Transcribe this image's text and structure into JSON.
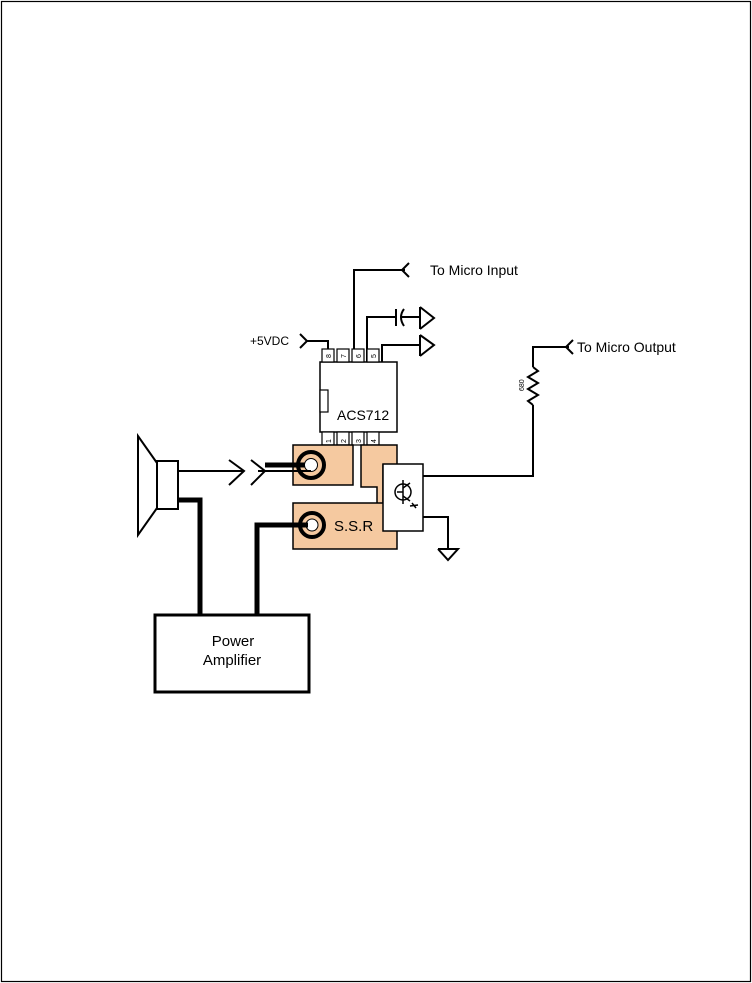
{
  "labels": {
    "micro_input": "To Micro Input",
    "micro_output": "To Micro Output",
    "supply": "+5VDC",
    "sensor": "ACS712",
    "ssr": "S.S.R",
    "amp_line1": "Power",
    "amp_line2": "Amplifier",
    "resistor": "680"
  },
  "pins": {
    "top": [
      "8",
      "7",
      "6",
      "5"
    ],
    "bottom": [
      "1",
      "2",
      "3",
      "4"
    ]
  },
  "colors": {
    "terminal_fill": "#F5C9A0",
    "line": "#000000",
    "background": "#FFFFFF"
  }
}
